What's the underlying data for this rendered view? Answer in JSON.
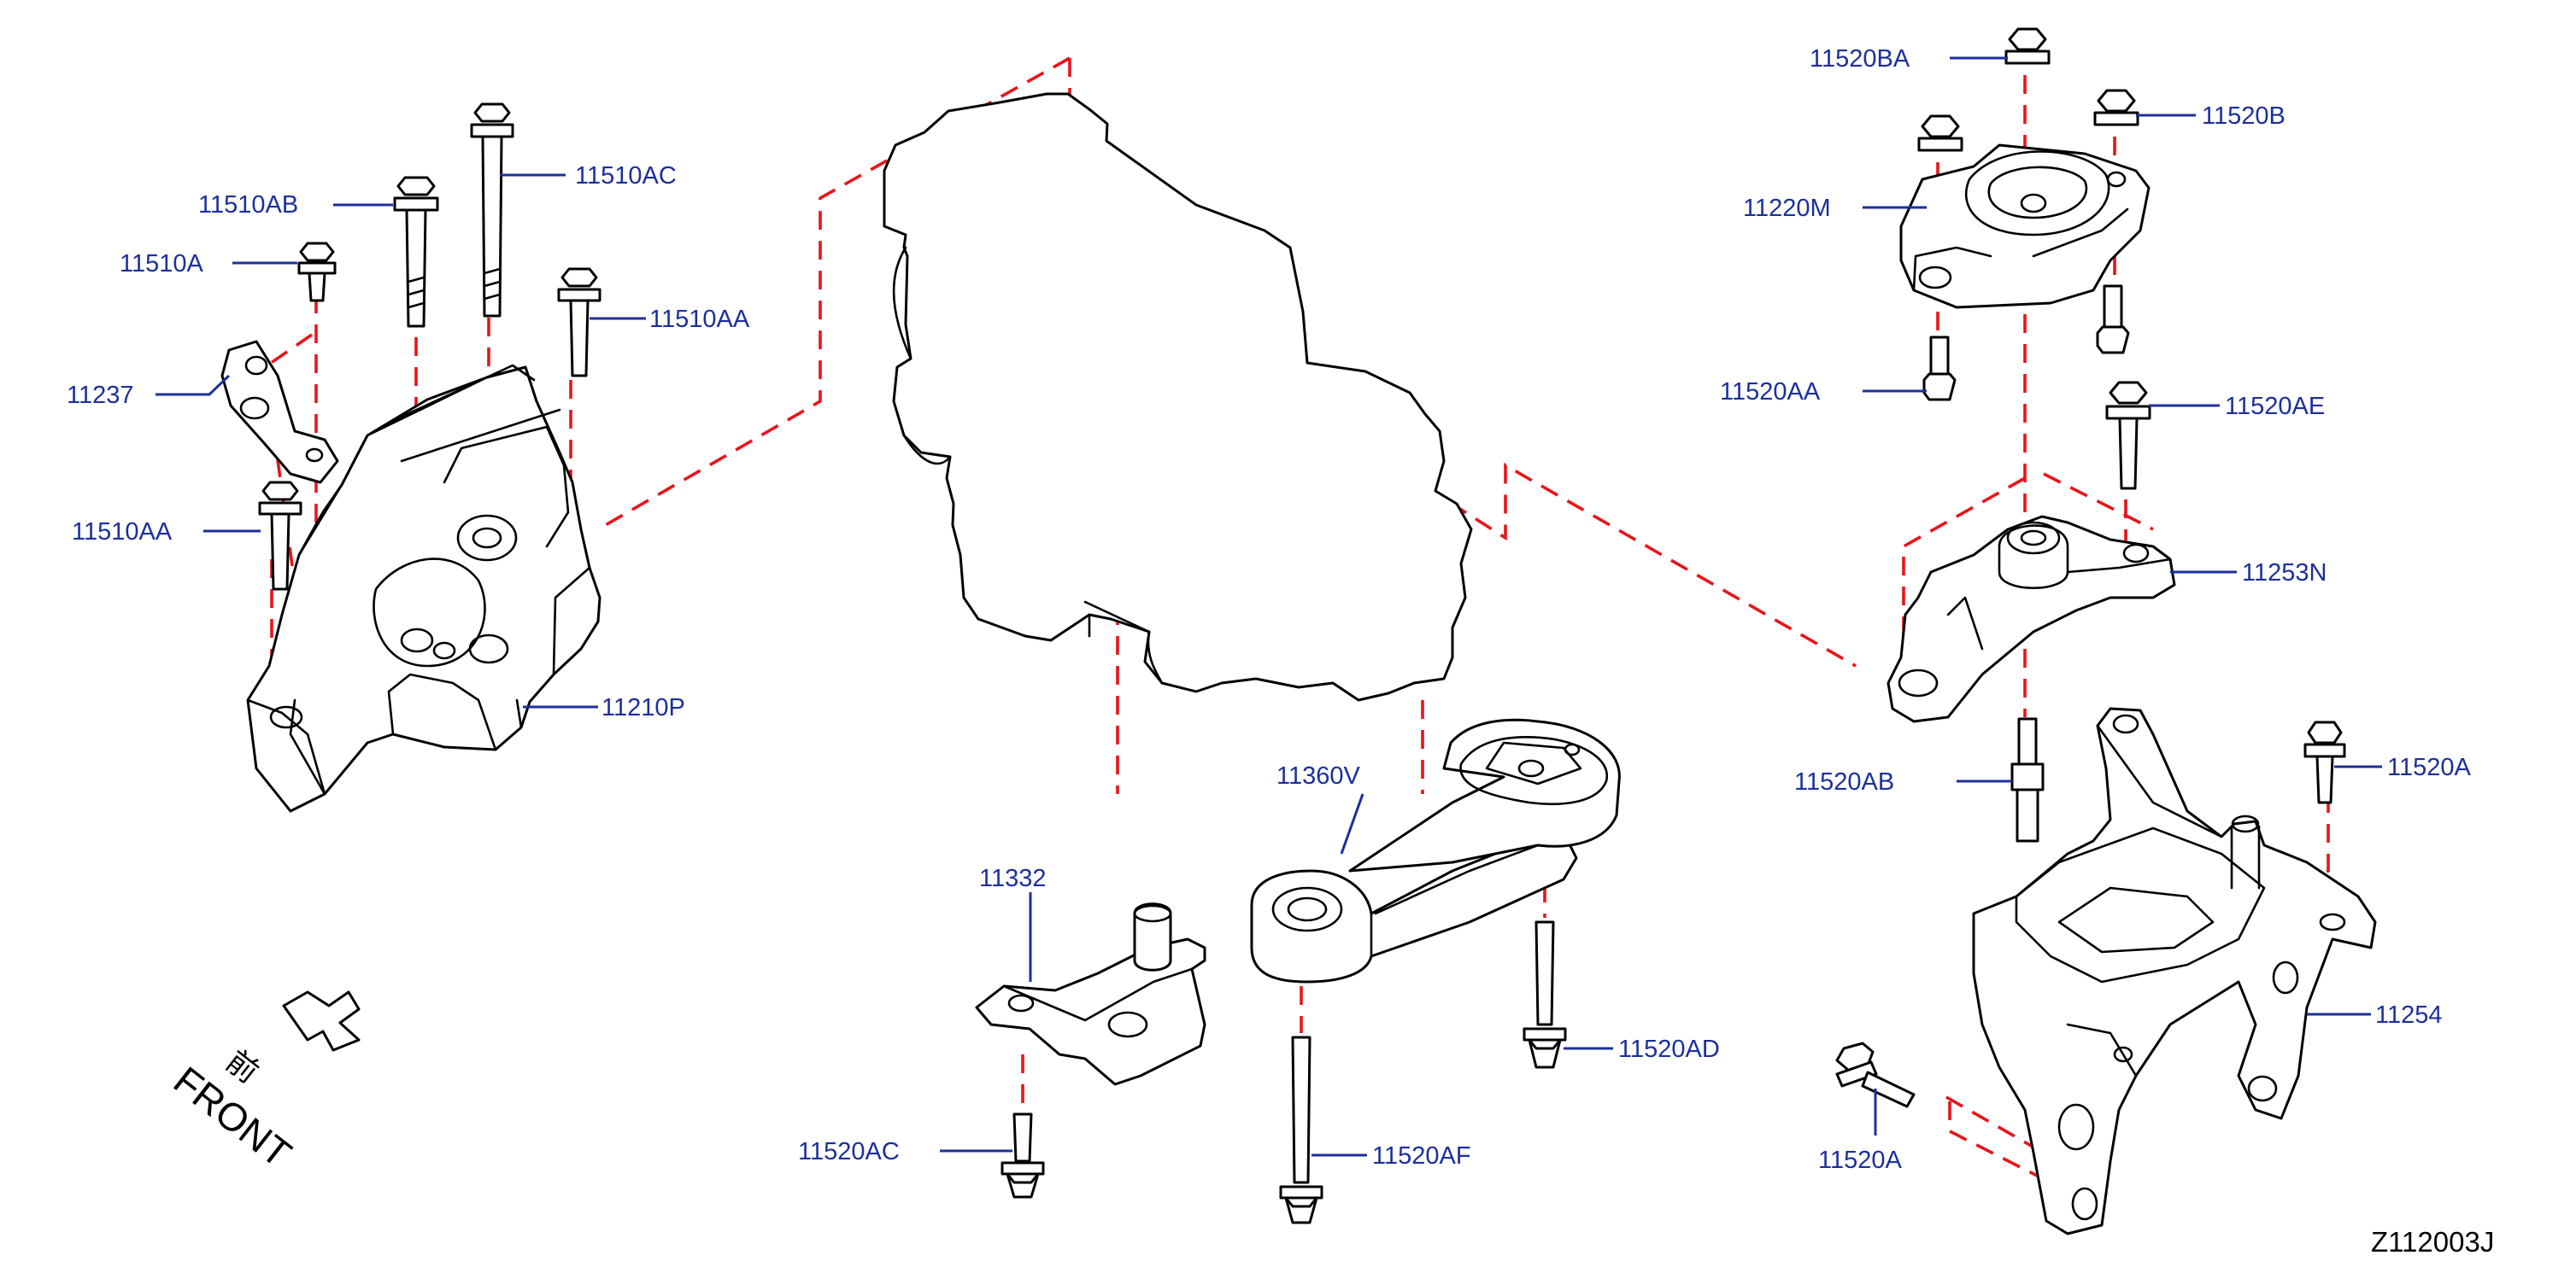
{
  "figure_number": "Z112003J",
  "front_indicator": {
    "kanji": "前",
    "text": "FRONT"
  },
  "callouts": {
    "c11510AB": "11510AB",
    "c11510AC": "11510AC",
    "c11510A": "11510A",
    "c11510AA_top": "11510AA",
    "c11237": "11237",
    "c11510AA_left": "11510AA",
    "c11210P": "11210P",
    "c11520BA": "11520BA",
    "c11520B": "11520B",
    "c11220M": "11220M",
    "c11520AA": "11520AA",
    "c11520AE": "11520AE",
    "c11253N": "11253N",
    "c11520AB": "11520AB",
    "c11520A_right": "11520A",
    "c11360V": "11360V",
    "c11332": "11332",
    "c11520AD": "11520AD",
    "c11520AC": "11520AC",
    "c11520AF": "11520AF",
    "c11254": "11254",
    "c11520A_bottom": "11520A"
  },
  "colors": {
    "part_outline": "#000000",
    "reference_line": "#e8141b",
    "callout": "#1b2f9c"
  }
}
